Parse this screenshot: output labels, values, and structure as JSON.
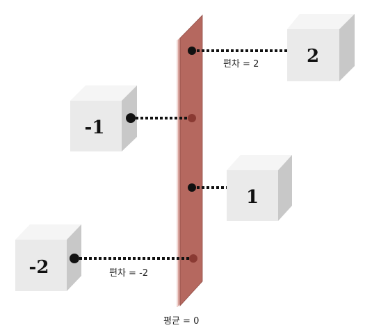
{
  "mean_label": "평균 = 0",
  "annotations": {
    "top": "편차 = 2",
    "bottom": "편차 = -2"
  },
  "cubes": [
    {
      "label": "2",
      "deviation": 2
    },
    {
      "label": "-1",
      "deviation": -1
    },
    {
      "label": "1",
      "deviation": 1
    },
    {
      "label": "-2",
      "deviation": -2
    }
  ],
  "colors": {
    "plane_front": "#b5685f",
    "plane_side": "#d9a39c",
    "plane_edge": "#8e4a43",
    "cube_front": "#eaeaea",
    "cube_top": "#f5f5f5",
    "cube_side": "#c8c8c8",
    "dot_dark": "#111111",
    "dot_on_plane": "#8a3a33"
  }
}
